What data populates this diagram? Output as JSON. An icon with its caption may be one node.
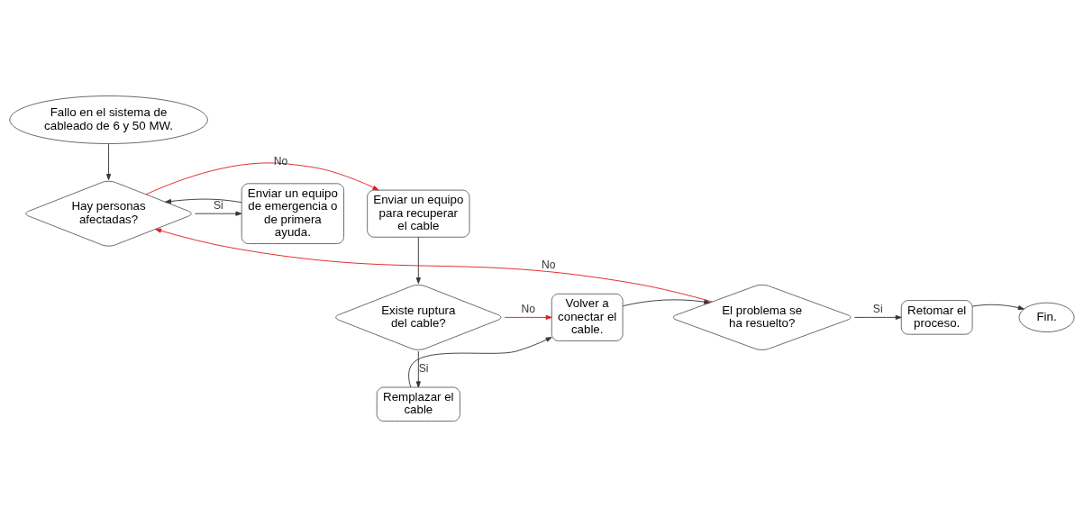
{
  "diagram": {
    "nodes": [
      {
        "text": [
          "Fallo en el sistema de cableado de 6 y 50 MW."
        ]
      },
      {
        "text": [
          "Hay personas afectadas?"
        ]
      },
      {
        "text": [
          "Enviar un equipo para recuperar el cable"
        ]
      },
      {
        "text": [
          "Enviar un equipo de emergencia o de primera ayuda."
        ]
      },
      {
        "text": [
          "Existe ruptura del cable?"
        ]
      },
      {
        "text": [
          "Volver a conectar el cable."
        ]
      },
      {
        "text": [
          "El problema se ha resuelto?"
        ]
      },
      {
        "text": [
          "Retomar el proceso."
        ]
      },
      {
        "text": [
          "Remplazar el cable"
        ]
      },
      {
        "text": [
          "Fin."
        ]
      }
    ],
    "edges": [
      {
        "from": 0,
        "to": 1,
        "arrow": "to"
      },
      {
        "from": 1,
        "to": 2,
        "arrow": "to",
        "label": "No",
        "color": "#e0191d"
      },
      {
        "from": 1,
        "to": 3,
        "arrow": "to",
        "label": "Si"
      },
      {
        "from": 3,
        "to": 1,
        "arrow": "to"
      },
      {
        "from": 2,
        "to": 4,
        "arrow": "to"
      },
      {
        "from": 4,
        "to": 5,
        "arrow": "to",
        "label": "No",
        "color": "#e0191d"
      },
      {
        "from": 4,
        "to": 8,
        "arrow": "to",
        "label": "Si"
      },
      {
        "from": 8,
        "to": 5,
        "arrow": "to"
      },
      {
        "from": 5,
        "to": 6,
        "arrow": "to"
      },
      {
        "from": 6,
        "to": 1,
        "arrow": "to",
        "label": "No",
        "color": "#e0191d"
      },
      {
        "from": 6,
        "to": 7,
        "arrow": "to",
        "label": "Si"
      },
      {
        "from": 7,
        "to": 9,
        "arrow": "to"
      }
    ]
  }
}
